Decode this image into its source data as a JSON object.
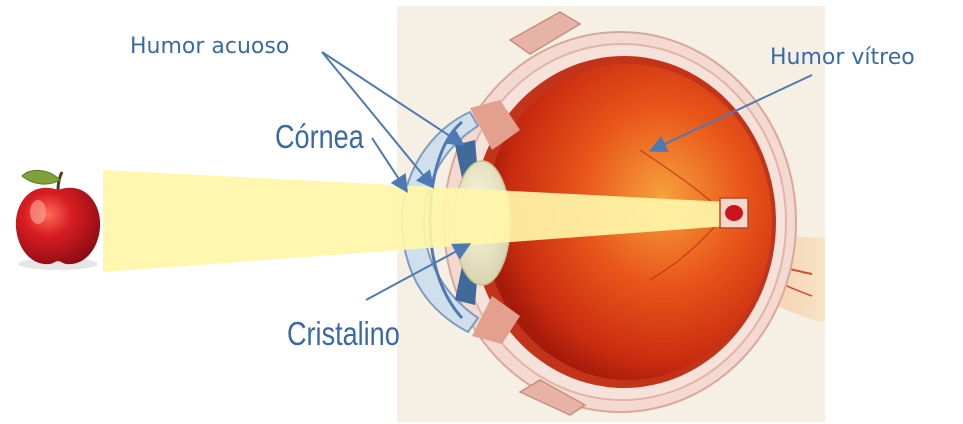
{
  "labels": {
    "humor_acuoso": "Humor acuoso",
    "cornea": "Córnea",
    "cristalino": "Cristalino",
    "humor_vitreo": "Humor vítreo"
  },
  "colors": {
    "label_text": "#3a6aa6",
    "arrow": "#4f79b3",
    "light_beam": "#fff6a8",
    "eyeball_red": "#d63b0e",
    "sclera": "#f3d9cf",
    "background_panel": "#f6efe4",
    "apple_red": "#c8141a"
  }
}
